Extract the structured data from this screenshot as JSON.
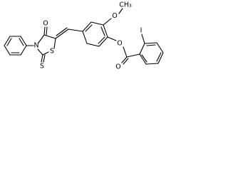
{
  "molecule": {
    "labels": {
      "methoxy_o": "O",
      "methyl": "CH₃",
      "ester_o": "O",
      "carbonyl_o_ester": "O",
      "iodo": "I",
      "carbonyl_o_ring": "O",
      "ring_n": "N",
      "ring_s": "S",
      "thione_s": "S"
    }
  }
}
